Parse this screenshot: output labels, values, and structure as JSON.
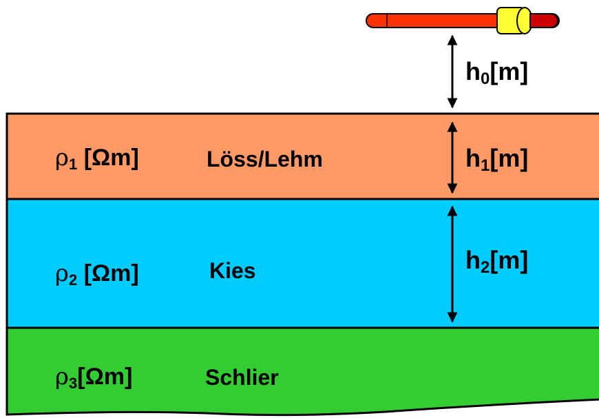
{
  "instrument": {
    "name": "",
    "colors": {
      "rod": "#ff3300",
      "coil": "#ffff33",
      "tip": "#cc0000"
    }
  },
  "heights": [
    {
      "sym": "h",
      "sub": "0",
      "unit": "[m]"
    },
    {
      "sym": "h",
      "sub": "1",
      "unit": "[m]"
    },
    {
      "sym": "h",
      "sub": "2",
      "unit": "[m]"
    }
  ],
  "layers": [
    {
      "rho_sym": "ρ",
      "rho_sub": "1",
      "rho_unit": " [Ωm]",
      "material": "Löss/Lehm",
      "color": "#ff9966"
    },
    {
      "rho_sym": "ρ",
      "rho_sub": "2",
      "rho_unit": " [Ωm]",
      "material": "Kies",
      "color": "#00ccff"
    },
    {
      "rho_sym": "ρ",
      "rho_sub": "3",
      "rho_unit": "[Ωm]",
      "material": "Schlier",
      "color": "#33cc33"
    }
  ]
}
